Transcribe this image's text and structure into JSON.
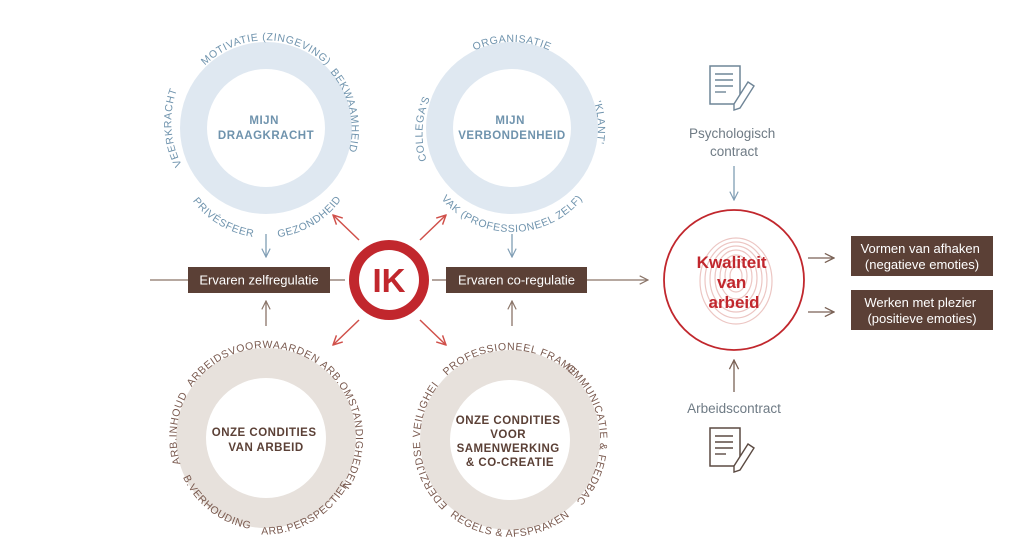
{
  "rings": {
    "draagkracht": {
      "center": [
        "MIJN",
        "DRAAGKRACHT"
      ],
      "words": [
        "MOTIVATIE (ZINGEVING)",
        "BEKWAAMHEID",
        "GEZONDHEID",
        "PRIVÉSFEER",
        "VEERKRACHT"
      ]
    },
    "verbondenheid": {
      "center": [
        "MIJN",
        "VERBONDENHEID"
      ],
      "words": [
        "ORGANISATIE",
        "'KLANT'",
        "VAK (PROFESSIONEEL ZELF)",
        "COLLEGA'S"
      ]
    },
    "arbeid": {
      "center": [
        "ONZE CONDITIES",
        "VAN ARBEID"
      ],
      "words": [
        "ARBEIDSVOORWAARDEN",
        "ARB.OMSTANDIGHEDEN",
        "ARB.PERSPECTIEF",
        "ARB.VERHOUDINGEN",
        "ARB.INHOUD"
      ]
    },
    "samenwerking": {
      "center": [
        "ONZE CONDITIES",
        "VOOR",
        "SAMENWERKING",
        "& CO-CREATIE"
      ],
      "words": [
        "PROFESSIONEEL FRAME",
        "COMMUNICATIE & FEEDBACK",
        "REGELS & AFSPRAKEN",
        "WEDERZIJDSE VEILIGHEID"
      ]
    }
  },
  "boxes": {
    "zelfregulatie": "Ervaren zelfregulatie",
    "coregulatie": "Ervaren co-regulatie",
    "afhaken": [
      "Vormen van afhaken",
      "(negatieve emoties)"
    ],
    "plezier": [
      "Werken met plezier",
      "(positieve emoties)"
    ]
  },
  "ik": "IK",
  "kwaliteit": [
    "Kwaliteit",
    "van",
    "arbeid"
  ],
  "psychologisch": [
    "Psychologisch",
    "contract"
  ],
  "arbeidscontract": "Arbeidscontract",
  "colors": {
    "blue_ring": "#dfe8f1",
    "blue_text": "#6f93ad",
    "beige_ring": "#e7e1dc",
    "brown": "#5b4036",
    "red": "#c1272d",
    "arrow_grey": "#8a7468",
    "arrow_red": "#d0504a",
    "arrow_blue": "#7f9db4"
  },
  "icons": [
    "document-pen-icon",
    "fingerprint-icon"
  ]
}
